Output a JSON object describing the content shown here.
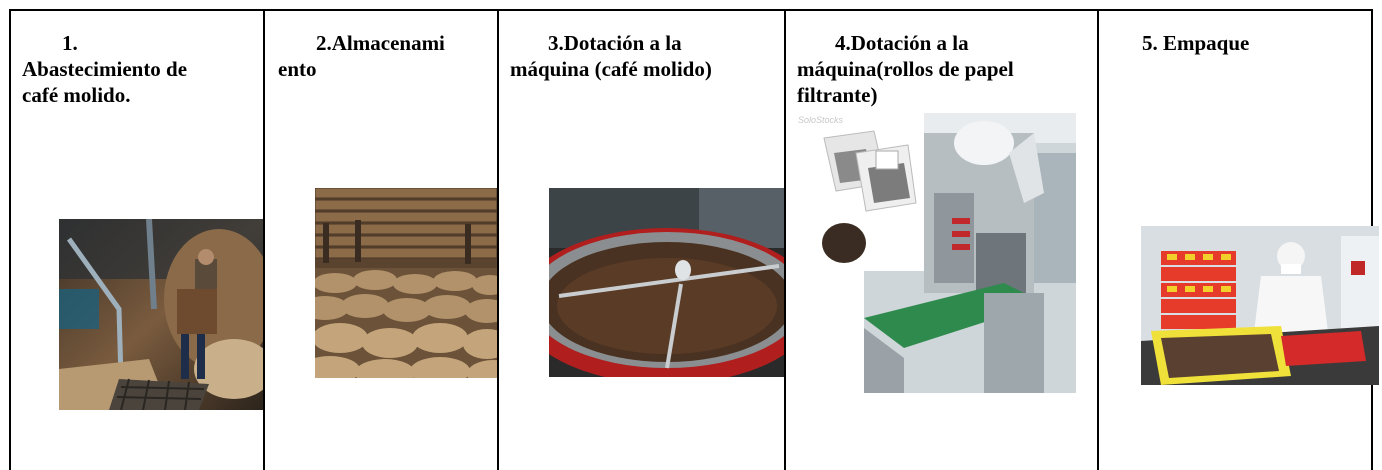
{
  "steps": [
    {
      "title_line1": "1.",
      "title_line2": "Abastecimiento de",
      "title_line3": "café molido.",
      "image": "coffee-sacks-warehouse-worker-photo"
    },
    {
      "title_line1": "2.Almacenami",
      "title_line2": "ento",
      "image": "stacked-coffee-sacks-photo"
    },
    {
      "title_line1": "3.Dotación a la",
      "title_line2": "máquina (café molido)",
      "image": "coffee-roaster-drum-photo"
    },
    {
      "title_line1": "4.Dotación a la",
      "title_line2": "máquina(rollos de papel",
      "title_line3": "filtrante)",
      "image": "filter-bag-packaging-machine-photo",
      "watermark": "SoloStocks"
    },
    {
      "title_line1": "5. Empaque",
      "image": "packing-worker-crates-photo"
    }
  ]
}
